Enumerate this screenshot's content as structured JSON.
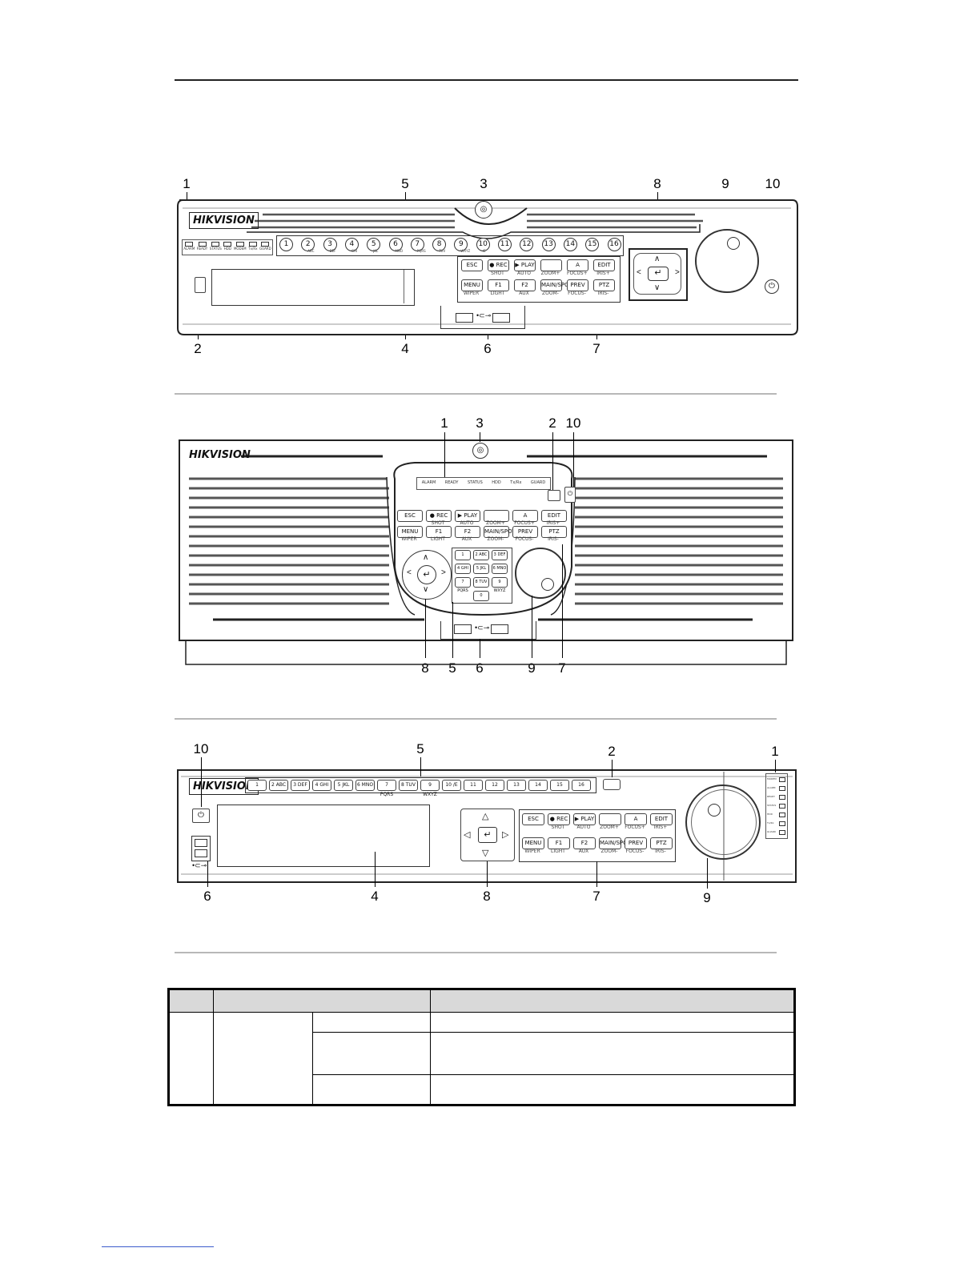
{
  "brand": "HIKVISION",
  "figure1": {
    "callouts": [
      "1",
      "5",
      "3",
      "8",
      "9",
      "10",
      "2",
      "4",
      "6",
      "7"
    ],
    "led_labels": [
      "ALARM",
      "READY",
      "STATUS",
      "HDD",
      "MODEM",
      "Tx/Rx",
      "GUARD"
    ],
    "number_buttons": [
      "1",
      "2",
      "3",
      "4",
      "5",
      "6",
      "7",
      "8",
      "9",
      "10",
      "11",
      "12",
      "13",
      "14",
      "15",
      "16"
    ],
    "number_sub": [
      "",
      "ABC",
      "DEF",
      "GHI",
      "JKL",
      "MNO",
      "PQRS",
      "TUV",
      "WXYZ",
      "/E",
      "",
      "",
      "",
      "",
      "",
      ""
    ],
    "keys_row1": [
      {
        "label": "ESC",
        "sub": ""
      },
      {
        "label": "● REC",
        "sub": "SHOT"
      },
      {
        "label": "▶ PLAY",
        "sub": "AUTO"
      },
      {
        "label": "",
        "sub": "ZOOM+"
      },
      {
        "label": "A",
        "sub": "FOCUS+"
      },
      {
        "label": "EDIT",
        "sub": "IRIS+"
      }
    ],
    "keys_row2": [
      {
        "label": "MENU",
        "sub": "WIPER"
      },
      {
        "label": "F1",
        "sub": "LIGHT"
      },
      {
        "label": "F2",
        "sub": "AUX"
      },
      {
        "label": "MAIN/SPOT",
        "sub": "ZOOM-"
      },
      {
        "label": "PREV",
        "sub": "FOCUS-"
      },
      {
        "label": "PTZ",
        "sub": "IRIS-"
      }
    ],
    "usb_symbol": "•⊂⊸"
  },
  "figure2": {
    "callouts_top": [
      "1",
      "3",
      "2",
      "10"
    ],
    "callouts_bottom": [
      "8",
      "5",
      "6",
      "9",
      "7"
    ],
    "led_labels": [
      "ALARM",
      "READY",
      "STATUS",
      "HDD",
      "Tx/Rx",
      "GUARD"
    ],
    "keys_row1": [
      {
        "label": "ESC",
        "sub": ""
      },
      {
        "label": "● REC",
        "sub": "SHOT"
      },
      {
        "label": "▶ PLAY",
        "sub": "AUTO"
      },
      {
        "label": "",
        "sub": "ZOOM+"
      },
      {
        "label": "A",
        "sub": "FOCUS+"
      },
      {
        "label": "EDIT",
        "sub": "IRIS+"
      }
    ],
    "keys_row2": [
      {
        "label": "MENU",
        "sub": "WIPER"
      },
      {
        "label": "F1",
        "sub": "LIGHT"
      },
      {
        "label": "F2",
        "sub": "AUX"
      },
      {
        "label": "MAIN/SPOT",
        "sub": "ZOOM-"
      },
      {
        "label": "PREV",
        "sub": "FOCUS-"
      },
      {
        "label": "PTZ",
        "sub": "IRIS-"
      }
    ],
    "numpad": [
      "1",
      "2 ABC",
      "3 DEF",
      "4 GHI",
      "5 JKL",
      "6 MNO",
      "7 PQRS",
      "8 TUV",
      "9 WXYZ",
      "0"
    ]
  },
  "figure3": {
    "callouts_top": [
      "10",
      "5",
      "2",
      "1"
    ],
    "callouts_bottom": [
      "6",
      "4",
      "8",
      "7",
      "9"
    ],
    "number_buttons": [
      "1",
      "2 ABC",
      "3 DEF",
      "4 GHI",
      "5 JKL",
      "6 MNO",
      "7 PQRS",
      "8 TUV",
      "9 WXYZ",
      "10 /E",
      "11",
      "12",
      "13",
      "14",
      "15",
      "16"
    ],
    "led_labels": [
      "MODEM",
      "ALARM",
      "READY",
      "STATUS",
      "HDD",
      "Tx/Rx",
      "GUARD"
    ],
    "keys_row1": [
      {
        "label": "ESC",
        "sub": ""
      },
      {
        "label": "● REC",
        "sub": "SHOT"
      },
      {
        "label": "▶ PLAY",
        "sub": "AUTO"
      },
      {
        "label": "",
        "sub": "ZOOM+"
      },
      {
        "label": "A",
        "sub": "FOCUS+"
      },
      {
        "label": "EDIT",
        "sub": "IRIS+"
      }
    ],
    "keys_row2": [
      {
        "label": "MENU",
        "sub": "WIPER"
      },
      {
        "label": "F1",
        "sub": "LIGHT"
      },
      {
        "label": "F2",
        "sub": "AUX"
      },
      {
        "label": "MAIN/SPOT",
        "sub": "ZOOM-"
      },
      {
        "label": "PREV",
        "sub": "FOCUS-"
      },
      {
        "label": "PTZ",
        "sub": "IRIS-"
      }
    ]
  },
  "icons": {
    "enter": "↵",
    "up": "∧",
    "down": "∨",
    "left": "<",
    "right": ">",
    "power": "⏻",
    "tri_up": "△",
    "tri_down": "▽",
    "tri_left": "◁",
    "tri_right": "▷"
  }
}
